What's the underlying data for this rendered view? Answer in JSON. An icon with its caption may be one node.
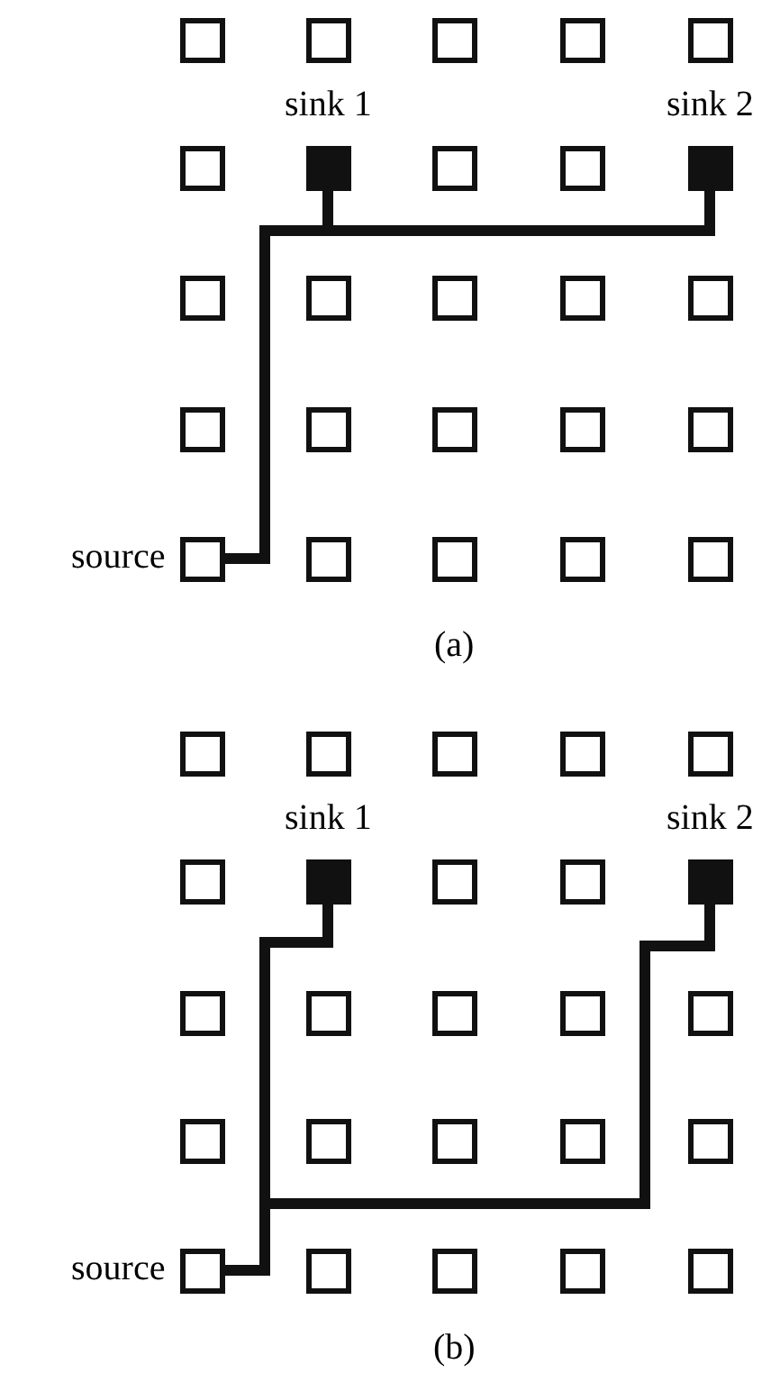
{
  "diagram": {
    "nodes": [
      {
        "text": [],
        "shape": "box"
      },
      {
        "text": [],
        "shape": "box"
      },
      {
        "text": [],
        "shape": "box"
      },
      {
        "text": [],
        "shape": "box"
      },
      {
        "text": [],
        "shape": "box"
      },
      {
        "text": [],
        "shape": "box"
      },
      {
        "text": [],
        "shape": "box",
        "beside": [
          "sink 1"
        ]
      },
      {
        "text": [],
        "shape": "box"
      },
      {
        "text": [],
        "shape": "box"
      },
      {
        "text": [],
        "shape": "box",
        "beside": [
          "sink 2"
        ]
      },
      {
        "text": [],
        "shape": "box"
      },
      {
        "text": [],
        "shape": "box"
      },
      {
        "text": [],
        "shape": "box"
      },
      {
        "text": [],
        "shape": "box"
      },
      {
        "text": [],
        "shape": "box"
      },
      {
        "text": [],
        "shape": "box"
      },
      {
        "text": [],
        "shape": "box"
      },
      {
        "text": [],
        "shape": "box"
      },
      {
        "text": [],
        "shape": "box"
      },
      {
        "text": [],
        "shape": "box"
      },
      {
        "text": [],
        "shape": "box",
        "beside": [
          "source"
        ]
      },
      {
        "text": [],
        "shape": "box"
      },
      {
        "text": [],
        "shape": "box"
      },
      {
        "text": [],
        "shape": "box"
      },
      {
        "text": [],
        "shape": "box"
      },
      {
        "text": [],
        "shape": "box"
      },
      {
        "text": [],
        "shape": "box"
      },
      {
        "text": [],
        "shape": "box"
      },
      {
        "text": [],
        "shape": "box"
      },
      {
        "text": [],
        "shape": "box"
      },
      {
        "text": [],
        "shape": "box"
      },
      {
        "text": [],
        "shape": "box",
        "beside": [
          "sink 1"
        ]
      },
      {
        "text": [],
        "shape": "box"
      },
      {
        "text": [],
        "shape": "box"
      },
      {
        "text": [],
        "shape": "box",
        "beside": [
          "sink 2"
        ]
      },
      {
        "text": [],
        "shape": "box"
      },
      {
        "text": [],
        "shape": "box"
      },
      {
        "text": [],
        "shape": "box"
      },
      {
        "text": [],
        "shape": "box"
      },
      {
        "text": [],
        "shape": "box"
      },
      {
        "text": [],
        "shape": "box"
      },
      {
        "text": [],
        "shape": "box"
      },
      {
        "text": [],
        "shape": "box"
      },
      {
        "text": [],
        "shape": "box"
      },
      {
        "text": [],
        "shape": "box"
      },
      {
        "text": [],
        "shape": "box",
        "beside": [
          "source"
        ]
      },
      {
        "text": [],
        "shape": "box"
      },
      {
        "text": [],
        "shape": "box"
      },
      {
        "text": [],
        "shape": "box"
      },
      {
        "text": [],
        "shape": "box"
      }
    ],
    "edges": [
      {
        "from": 20,
        "to": 6,
        "arrow": "none"
      },
      {
        "from": 20,
        "to": 9,
        "arrow": "none"
      },
      {
        "from": 45,
        "to": 31,
        "arrow": "none"
      },
      {
        "from": 45,
        "to": 34,
        "arrow": "none"
      }
    ],
    "labels": [
      "(a)",
      "(b)"
    ]
  }
}
